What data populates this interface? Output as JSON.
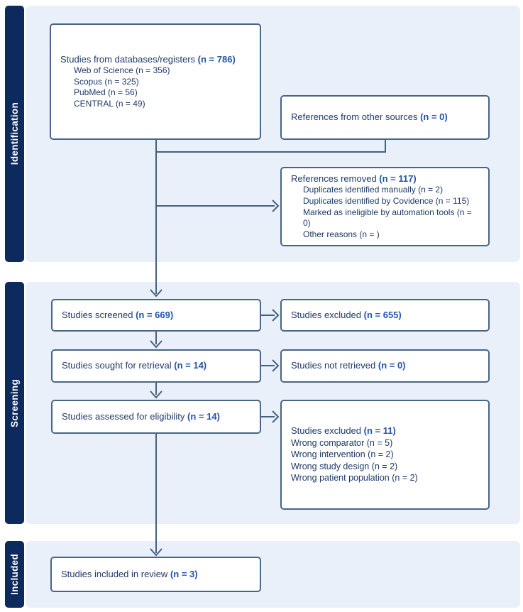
{
  "diagram": {
    "type": "prisma-flow-diagram",
    "sections": {
      "identification": "Identification",
      "screening": "Screening",
      "included": "Included"
    },
    "boxes": {
      "databases": {
        "title": "Studies from databases/registers",
        "n": "(n = 786)",
        "items": [
          "Web of Science (n = 356)",
          "Scopus (n = 325)",
          "PubMed (n = 56)",
          "CENTRAL (n = 49)"
        ]
      },
      "other_sources": {
        "title": "References from other sources",
        "n": "(n = 0)"
      },
      "references_removed": {
        "title": "References removed",
        "n": "(n = 117)",
        "items": [
          "Duplicates identified manually (n = 2)",
          "Duplicates identified by Covidence (n = 115)",
          "Marked as ineligible by automation tools (n = 0)",
          "Other reasons (n = )"
        ]
      },
      "screened": {
        "title": "Studies screened",
        "n": "(n = 669)"
      },
      "excluded_screened": {
        "title": "Studies excluded",
        "n": "(n = 655)"
      },
      "sought": {
        "title": "Studies sought for retrieval",
        "n": "(n = 14)"
      },
      "not_retrieved": {
        "title": "Studies not retrieved",
        "n": "(n = 0)"
      },
      "assessed": {
        "title": "Studies assessed for eligibility",
        "n": "(n = 14)"
      },
      "excluded_assessed": {
        "title": "Studies excluded",
        "n": "(n = 11)",
        "items": [
          "Wrong comparator (n = 5)",
          "Wrong intervention (n = 2)",
          "Wrong study design (n = 2)",
          "Wrong patient population (n = 2)"
        ]
      },
      "included_review": {
        "title": "Studies included in review",
        "n": "(n = 3)"
      }
    },
    "colors": {
      "sidebar": "#0d2a5e",
      "panel": "#eaf0fa",
      "box_border": "#4a6582",
      "text": "#1f3a68",
      "accent": "#2254aa",
      "connector": "#46617e"
    }
  }
}
